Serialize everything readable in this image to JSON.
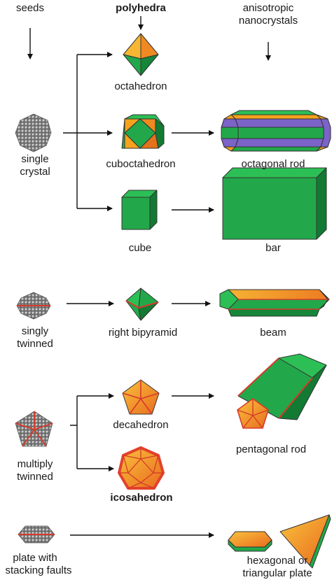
{
  "headers": {
    "seeds": "seeds",
    "polyhedra": "polyhedra",
    "anisotropic_line1": "anisotropic",
    "anisotropic_line2": "nanocrystals"
  },
  "seeds": {
    "single_line1": "single",
    "single_line2": "crystal",
    "singly_line1": "singly",
    "singly_line2": "twinned",
    "multiply_line1": "multiply",
    "multiply_line2": "twinned",
    "plate_line1": "plate with",
    "plate_line2": "stacking faults"
  },
  "polyhedra": {
    "octahedron": "octahedron",
    "cuboctahedron": "cuboctahedron",
    "cube": "cube",
    "right_bipyramid": "right bipyramid",
    "decahedron": "decahedron",
    "icosahedron": "icosahedron"
  },
  "nanocrystals": {
    "octagonal_rod": "octagonal rod",
    "bar": "bar",
    "beam": "beam",
    "pentagonal_rod": "pentagonal rod",
    "hex_line1": "hexagonal or",
    "hex_line2": "triangular plate"
  },
  "colors": {
    "green": "#22a84a",
    "green_dark": "#137a33",
    "orange": "#f6a21c",
    "orange_dark": "#e4721a",
    "red": "#d63a2a",
    "purple": "#7b63c8",
    "seed_gray": "#8c8c8c"
  }
}
